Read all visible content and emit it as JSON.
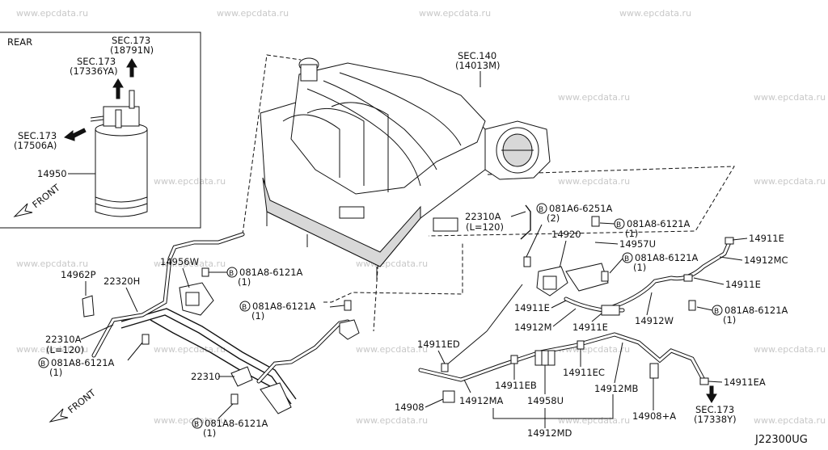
{
  "watermark": "www.epcdata.ru",
  "diagram_code": "J22300UG",
  "inset": {
    "title": "REAR",
    "sec_a": "SEC.173",
    "sec_a_code": "(18791N)",
    "sec_b": "SEC.173",
    "sec_b_code": "(17336YA)",
    "sec_c": "SEC.173",
    "sec_c_code": "(17506A)",
    "part": "14950",
    "front": "FRONT"
  },
  "labels": {
    "sec140": "SEC.140",
    "sec140_code": "(14013M)",
    "p22310A_r": "22310A",
    "p22310A_r_len": "(L=120)",
    "b_081A6_6251A": "081A6-6251A",
    "b_081A6_6251A_q": "(2)",
    "b_081A8_r1": "081A8-6121A",
    "b_081A8_r1_q": "(1)",
    "p14920": "14920",
    "p14957U": "14957U",
    "b_081A8_r2": "081A8-6121A",
    "b_081A8_r2_q": "(1)",
    "p14911E_a": "14911E",
    "p14912MC": "14912MC",
    "p14911E_b": "14911E",
    "b_081A8_r3": "081A8-6121A",
    "b_081A8_r3_q": "(1)",
    "p14912W": "14912W",
    "p14911E_c": "14911E",
    "p14911E_d": "14911E",
    "p14912M": "14912M",
    "p14911ED": "14911ED",
    "p14911EB": "14911EB",
    "p14911EC": "14911EC",
    "p14912MB": "14912MB",
    "p14911EA": "14911EA",
    "p14908": "14908",
    "p14912MA": "14912MA",
    "p14958U": "14958U",
    "p14908A": "14908+A",
    "p14912MD": "14912MD",
    "sec173_b": "SEC.173",
    "sec173_b_code": "(17338Y)",
    "p14962P": "14962P",
    "p22320H": "22320H",
    "p14956W": "14956W",
    "b_081A8_l1": "081A8-6121A",
    "b_081A8_l1_q": "(1)",
    "b_081A8_m": "081A8-6121A",
    "b_081A8_m_q": "(1)",
    "p22310A_l": "22310A",
    "p22310A_l_len": "(L=120)",
    "b_081A8_l2": "081A8-6121A",
    "b_081A8_l2_q": "(1)",
    "p22310": "22310",
    "b_081A8_bot": "081A8-6121A",
    "b_081A8_bot_q": "(1)",
    "front_b": "FRONT",
    "bolt_symbol": "B"
  }
}
